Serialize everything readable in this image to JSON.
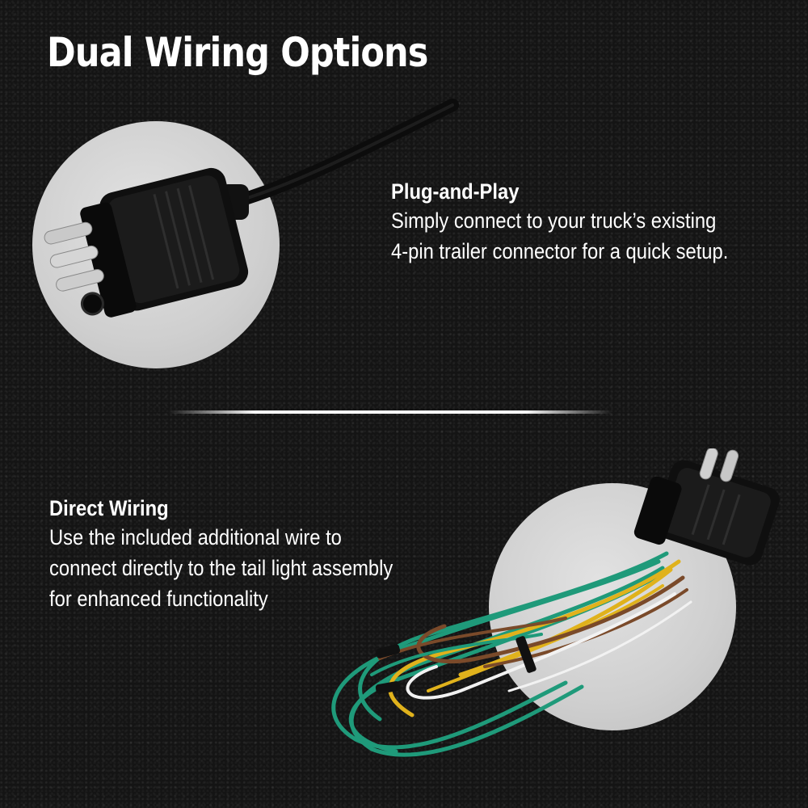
{
  "title": "Dual Wiring Options",
  "sections": [
    {
      "heading": "Plug-and-Play",
      "lines": [
        "Simply connect to your truck’s existing",
        "4-pin trailer connector for a quick setup."
      ],
      "icon": "four-pin-connector-icon"
    },
    {
      "heading": "Direct Wiring",
      "lines": [
        "Use the included additional wire to",
        "connect directly to the tail light assembly",
        "for enhanced functionality"
      ],
      "icon": "wire-harness-icon"
    }
  ],
  "colors": {
    "background": "#141414",
    "text": "#ffffff",
    "circle": "#d4d4d4",
    "wire_green": "#1f9a7a",
    "wire_yellow": "#e0b21c",
    "wire_brown": "#7a4a2a",
    "wire_white": "#f2f2f2"
  }
}
